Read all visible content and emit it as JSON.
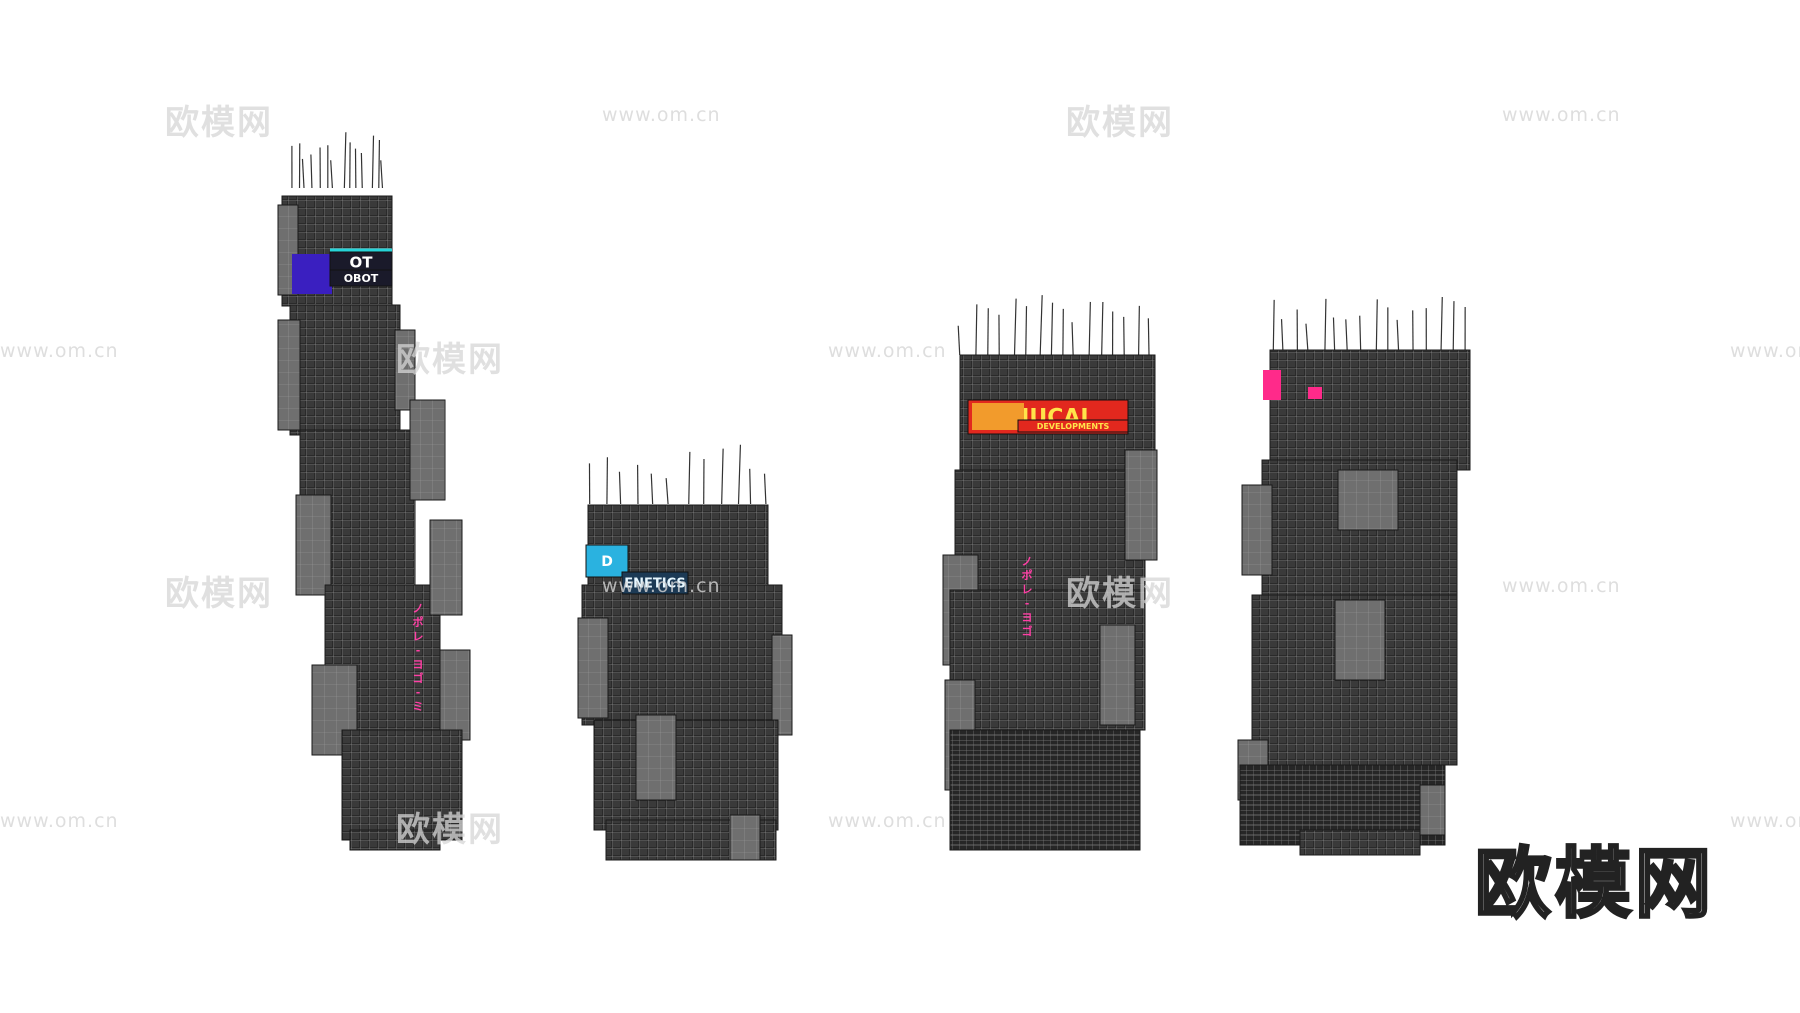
{
  "watermark": {
    "cn": "欧模网",
    "url": "www.om.cn"
  },
  "brand_logo": "欧模网",
  "buildings": [
    {
      "name": "tower-1",
      "signs": [
        {
          "text": "OT",
          "color": "#ffffff",
          "bg": "#1a1a2a"
        },
        {
          "text": "OBOT",
          "color": "#ffffff",
          "bg": "#1a1a2a"
        },
        {
          "text": "ノポレ-ヨゴ-ミ",
          "color": "#ff3fa5",
          "bg": "transparent"
        }
      ],
      "accent": "#3a1fc0"
    },
    {
      "name": "tower-2",
      "signs": [
        {
          "text": "D",
          "color": "#ffffff",
          "bg": "#2ab2e0"
        },
        {
          "text": "ENETICS",
          "color": "#e6f7ff",
          "bg": "#1c3a55"
        }
      ],
      "accent": "#2ab2e0"
    },
    {
      "name": "tower-3",
      "signs": [
        {
          "text": "MUCAI",
          "color": "#ffe44a",
          "bg": "#e2281e"
        },
        {
          "text": "DEVELOPMENTS",
          "color": "#ffe44a",
          "bg": "#e2281e"
        },
        {
          "text": "ノポレ-ヨゴ",
          "color": "#ff3fa5",
          "bg": "transparent"
        }
      ],
      "accent": "#e2281e"
    },
    {
      "name": "tower-4",
      "signs": [],
      "accent": "#ff2a8a"
    }
  ],
  "colors": {
    "facade_dark": "#2a2a2a",
    "facade_mid": "#3f3f3f",
    "panel_light": "#8a8a8a",
    "grid_line": "#9a9a9a",
    "watermark": "#d6d6d6"
  }
}
